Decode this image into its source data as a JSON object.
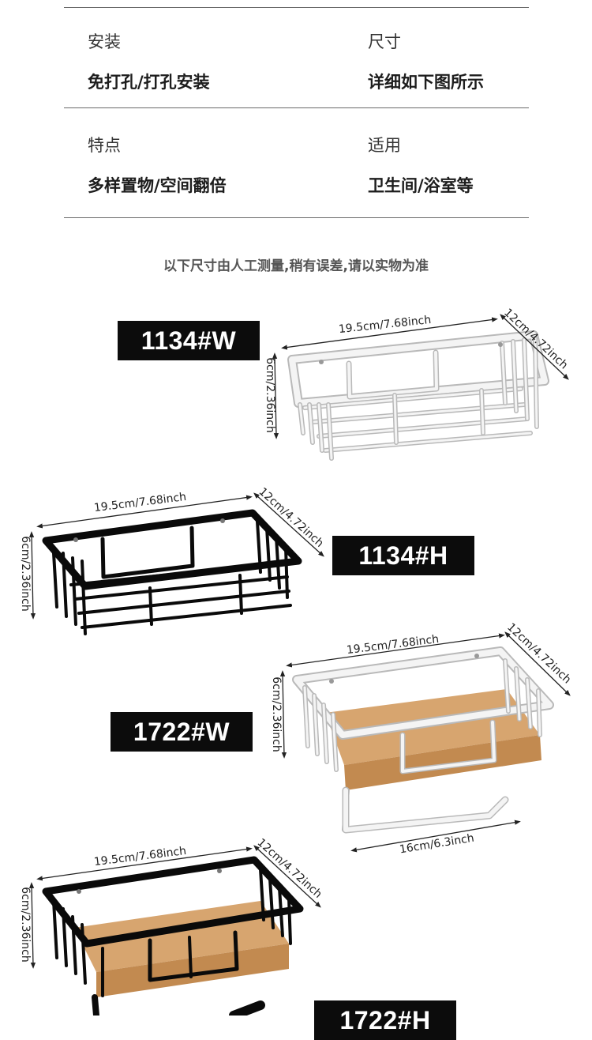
{
  "specs": [
    {
      "label": "安装",
      "value": "免打孔/打孔安装"
    },
    {
      "label": "尺寸",
      "value": "详细如下图所示"
    },
    {
      "label": "特点",
      "value": "多样置物/空间翻倍"
    },
    {
      "label": "适用",
      "value": "卫生间/浴室等"
    }
  ],
  "note": "以下尺寸由人工测量,稍有误差,请以实物为准",
  "products": [
    {
      "model": "1134#W",
      "color": "#f4f4f4",
      "frame": "#b9b9b9",
      "width": "19.5cm/7.68inch",
      "depth": "12cm/4.72inch",
      "height": "6cm/2.36inch"
    },
    {
      "model": "1134#H",
      "color": "#141414",
      "frame": "#0a0a0a",
      "width": "19.5cm/7.68inch",
      "depth": "12cm/4.72inch",
      "height": "6cm/2.36inch"
    },
    {
      "model": "1722#W",
      "color": "#f4f4f4",
      "frame": "#b9b9b9",
      "width": "19.5cm/7.68inch",
      "depth": "12cm/4.72inch",
      "height": "6cm/2.36inch",
      "holder": "16cm/6.3inch"
    },
    {
      "model": "1722#H",
      "color": "#141414",
      "frame": "#0a0a0a",
      "width": "19.5cm/7.68inch",
      "depth": "12cm/4.72inch",
      "height": "6cm/2.36inch"
    }
  ],
  "wood_color": "#cf9a62"
}
